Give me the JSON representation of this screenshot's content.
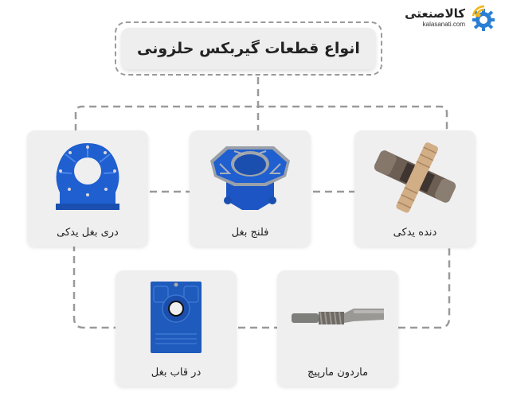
{
  "logo": {
    "name": "کالاصنعتی",
    "url": "kalasanati.com",
    "colors": {
      "gear": "#2a7fd4",
      "signal": "#f2b416"
    }
  },
  "title": "انواع قطعات گیربکس حلزونی",
  "colors": {
    "card_bg": "#efefef",
    "dash": "#9a9a9a",
    "blue_part": "#1f5fd0",
    "bronze": "#c9a27a",
    "steel": "#8a8a86"
  },
  "parts": [
    {
      "id": "worm-gear",
      "label": "دنده یدکی",
      "icon": "worm-wheel-gear"
    },
    {
      "id": "flange",
      "label": "فلنج بغل",
      "icon": "blue-flange"
    },
    {
      "id": "side-door",
      "label": "دری بغل یدکی",
      "icon": "blue-side-cover"
    },
    {
      "id": "worm-shaft",
      "label": "ماردون مارپیچ",
      "icon": "worm-screw-shaft"
    },
    {
      "id": "side-frame-door",
      "label": "در قاب بغل",
      "icon": "blue-housing-cover"
    }
  ]
}
